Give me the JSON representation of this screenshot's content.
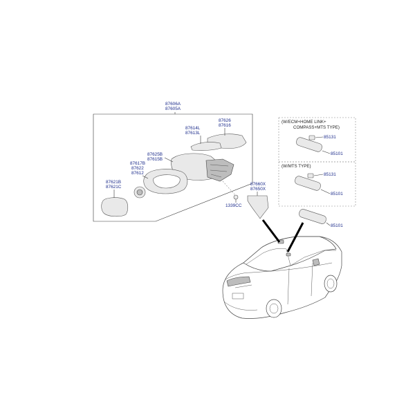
{
  "labels": {
    "assy_top": "87606A",
    "assy_bottom": "87605A",
    "cover_top": "87626",
    "cover_bottom": "87616",
    "scalp_top": "87614L",
    "scalp_bottom": "87613L",
    "housing_top": "87625B",
    "housing_bottom": "87615B",
    "frame_1": "87617B",
    "frame_2": "87622",
    "frame_3": "87612",
    "glass_top": "87621B",
    "glass_bottom": "87621C",
    "screw": "1339CC",
    "inner_top": "87660X",
    "inner_bottom": "87650X",
    "ecm_variant_line1": "(W/ECM+HOME LINK+",
    "ecm_variant_line2": "COMPASS+MTS TYPE)",
    "ecm_cover": "85131",
    "ecm_mirror": "85101",
    "mts_variant": "(W/MTS TYPE)",
    "mts_cover": "85131",
    "mts_mirror": "85101",
    "std_mirror": "85101"
  }
}
